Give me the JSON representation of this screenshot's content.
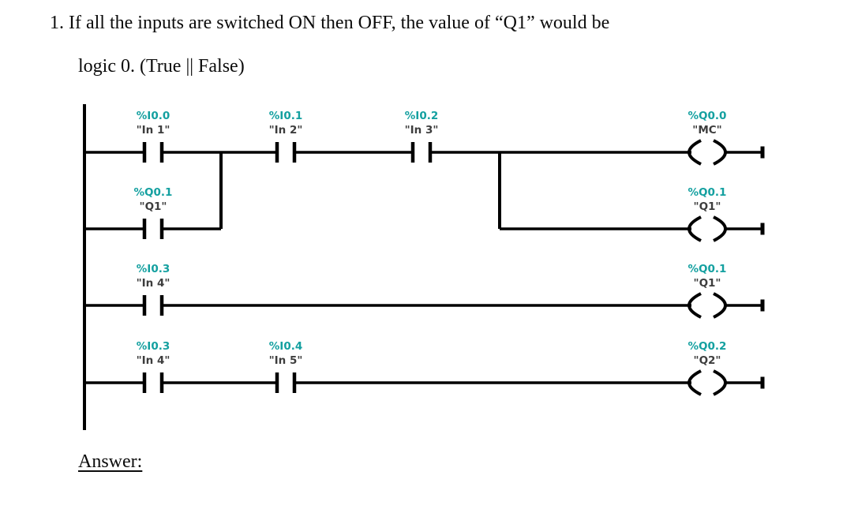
{
  "question": {
    "text_line1": "1. If all the inputs are switched ON then OFF, the value of “Q1” would be",
    "text_line2": "logic 0. (True || False)"
  },
  "answer": {
    "label": "Answer:"
  },
  "colors": {
    "operand_teal": "#14a0a0",
    "name_gray": "#3d3d3d",
    "wire_black": "#000000",
    "background": "#ffffff"
  },
  "ladder": {
    "elements": [
      {
        "type": "contact_no",
        "address": "%I0.0",
        "name": "\"In 1\""
      },
      {
        "type": "contact_no",
        "address": "%I0.1",
        "name": "\"In 2\""
      },
      {
        "type": "contact_no",
        "address": "%I0.2",
        "name": "\"In 3\""
      },
      {
        "type": "coil",
        "address": "%Q0.0",
        "name": "\"MC\""
      },
      {
        "type": "contact_no",
        "address": "%Q0.1",
        "name": "\"Q1\""
      },
      {
        "type": "coil",
        "address": "%Q0.1",
        "name": "\"Q1\""
      },
      {
        "type": "contact_no",
        "address": "%I0.3",
        "name": "\"In 4\""
      },
      {
        "type": "coil",
        "address": "%Q0.1",
        "name": "\"Q1\""
      },
      {
        "type": "contact_no",
        "address": "%I0.3",
        "name": "\"In 4\""
      },
      {
        "type": "contact_no",
        "address": "%I0.4",
        "name": "\"In 5\""
      },
      {
        "type": "coil",
        "address": "%Q0.2",
        "name": "\"Q2\""
      }
    ]
  }
}
